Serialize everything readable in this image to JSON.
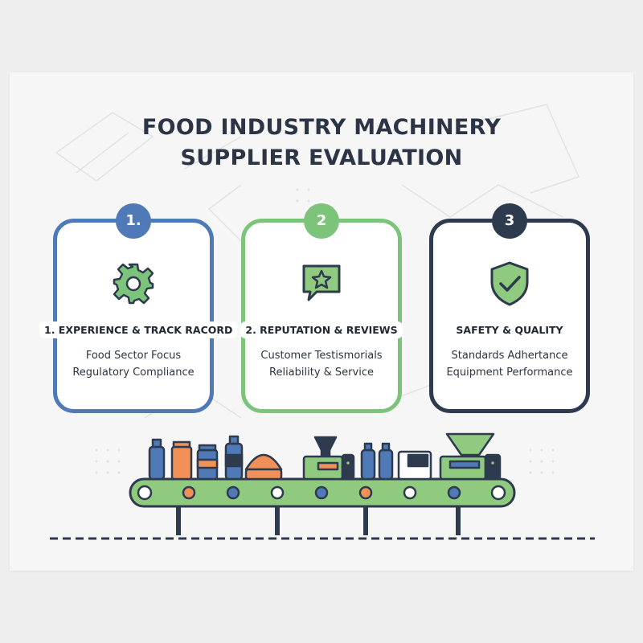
{
  "title": {
    "line1": "FOOD INDUSTRY MACHINERY",
    "line2": "SUPPLIER EVALUATION"
  },
  "colors": {
    "blue": "#4f79b7",
    "green": "#7dc47b",
    "navy": "#2e3a4e",
    "orange": "#f0915a",
    "conveyor_green": "#8fca7e"
  },
  "cards": [
    {
      "badge": "1.",
      "icon": "gear-icon",
      "heading": "1. EXPERIENCE & TRACK RACORD",
      "line1": "Food Sector Focus",
      "line2": "Regulatory Compliance",
      "color": "#4f79b7"
    },
    {
      "badge": "2",
      "icon": "star-chat-icon",
      "heading": "2. REPUTATION & REVIEWS",
      "line1": "Customer Testismorials",
      "line2": "Reliability & Service",
      "color": "#7dc47b"
    },
    {
      "badge": "3",
      "icon": "shield-check-icon",
      "heading": "SAFETY & QUALITY",
      "line1": "Standards Adhertance",
      "line2": "Equipment Performance",
      "color": "#2e3a4e"
    }
  ],
  "illustration": "conveyor-belt-icon"
}
